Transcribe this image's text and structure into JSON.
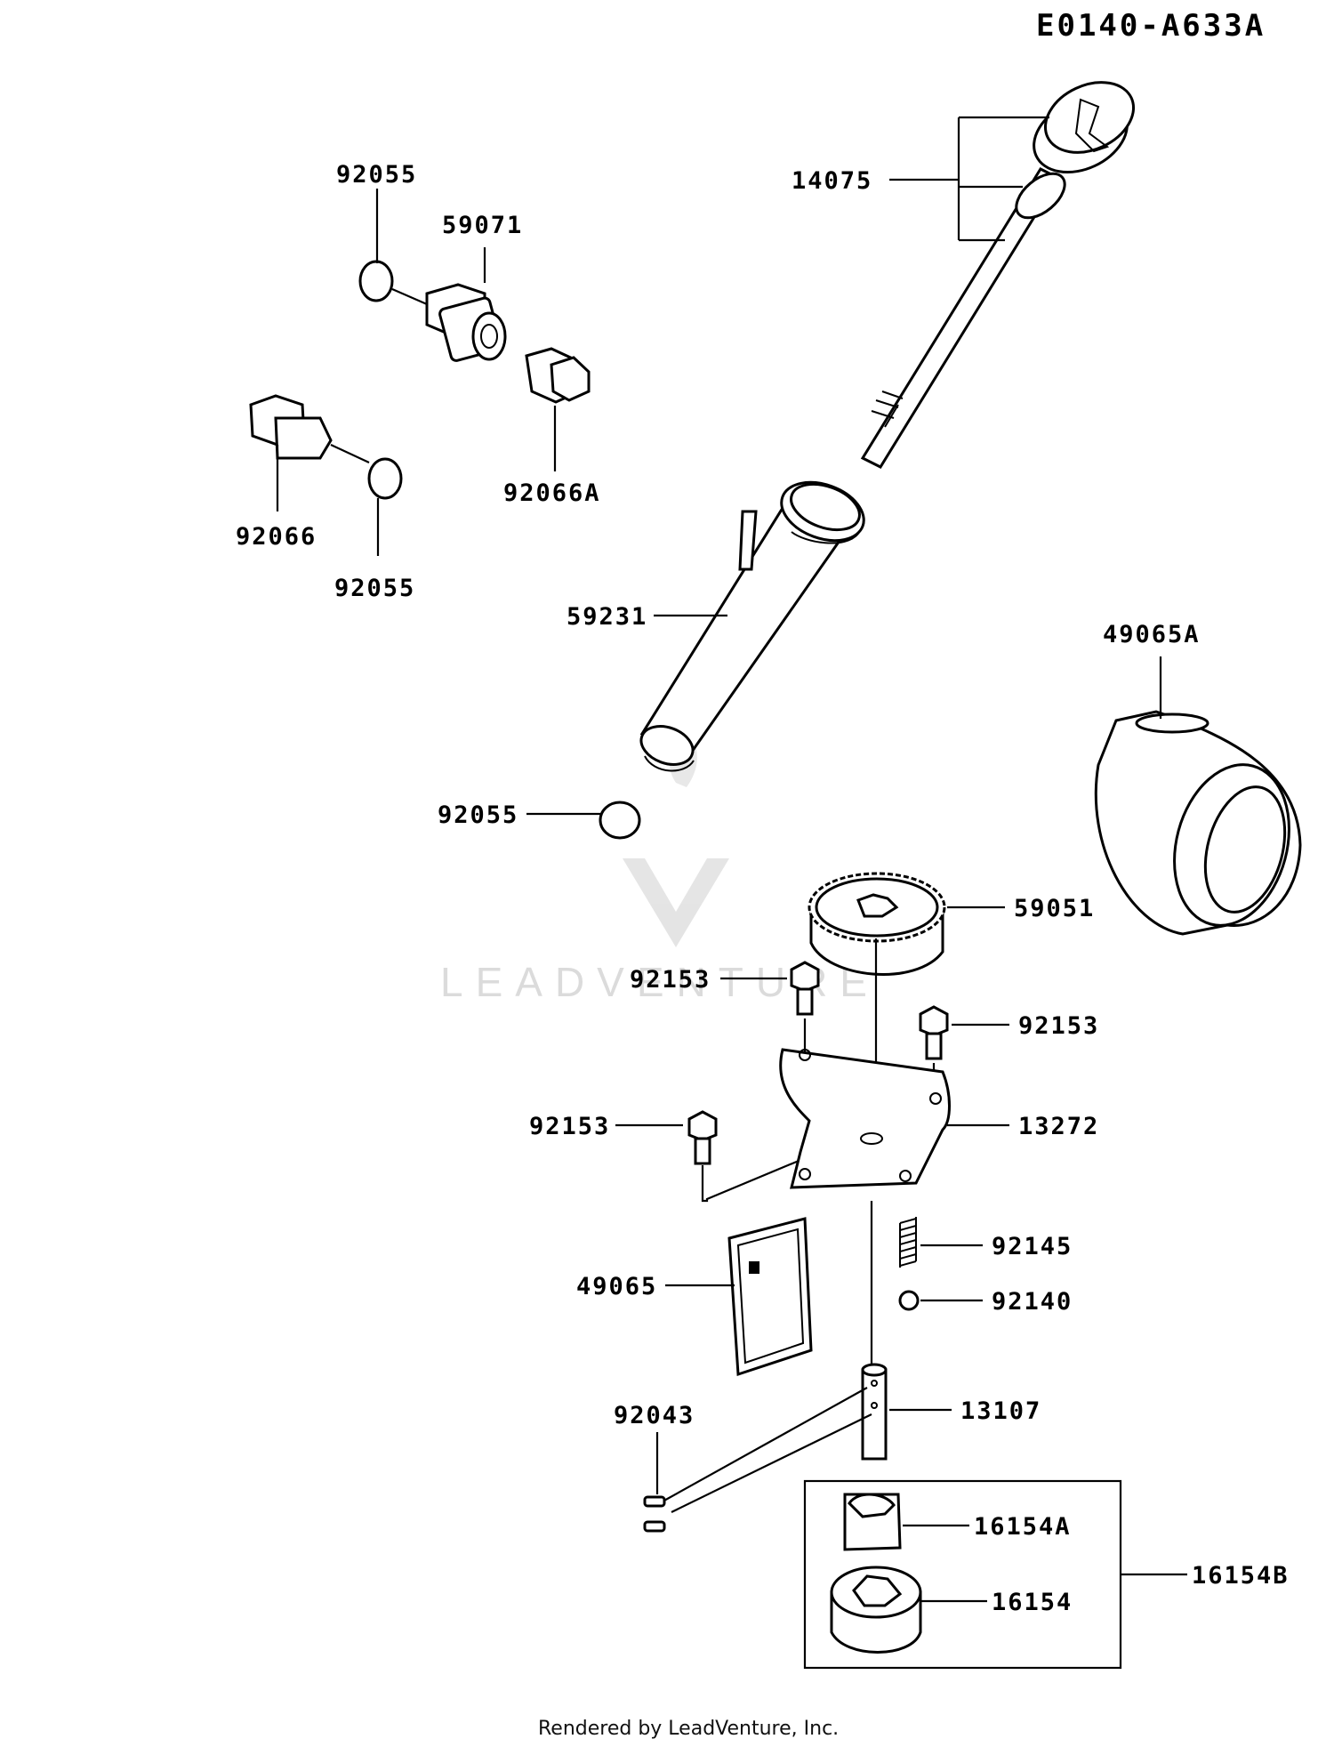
{
  "diagram": {
    "code": "E0140-A633A",
    "footer": "Rendered by LeadVenture, Inc.",
    "watermark": "LEADVENTURE",
    "labels": {
      "p92055_a": "92055",
      "p59071": "59071",
      "p92066a": "92066A",
      "p92066": "92066",
      "p92055_b": "92055",
      "p14075": "14075",
      "p59231": "59231",
      "p92055_c": "92055",
      "p49065a": "49065A",
      "p59051": "59051",
      "p92153_a": "92153",
      "p92153_b": "92153",
      "p92153_c": "92153",
      "p13272": "13272",
      "p92145": "92145",
      "p92140": "92140",
      "p49065": "49065",
      "p92043": "92043",
      "p13107": "13107",
      "p16154a": "16154A",
      "p16154b": "16154B",
      "p16154": "16154"
    }
  }
}
